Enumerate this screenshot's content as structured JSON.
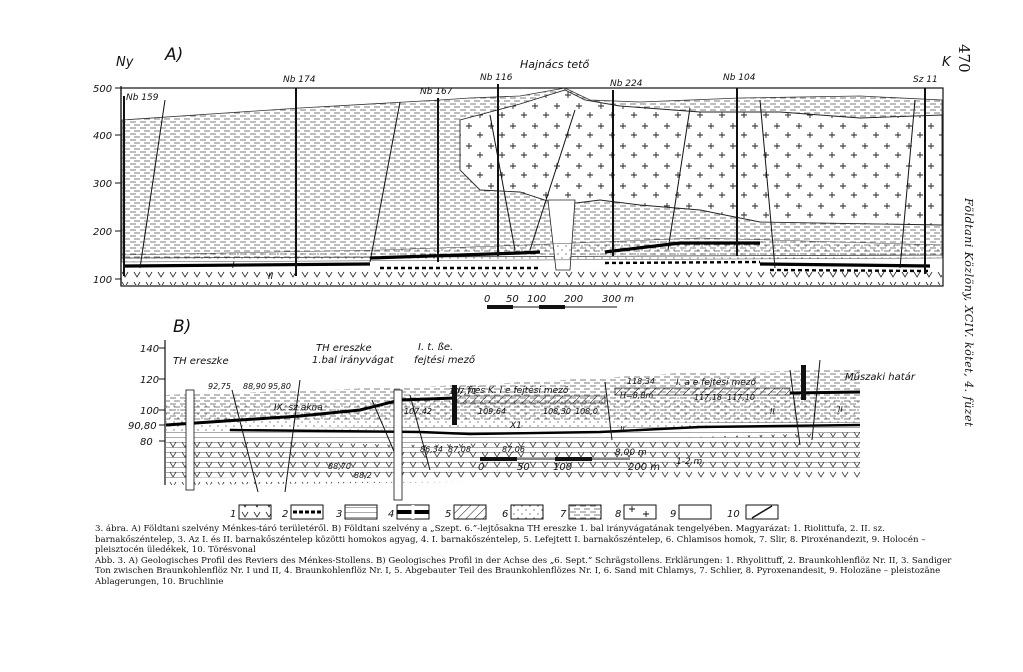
{
  "page_number": "470",
  "journal": "Földtani Közlöny, XCIV. kötet, 4. füzet",
  "profile_a": {
    "label": "A)",
    "west": "Ny",
    "east": "K",
    "elevations": [
      "500",
      "400",
      "300",
      "200",
      "100"
    ],
    "boreholes": [
      "Nb 159",
      "Nb 174",
      "Nb 167",
      "Nb 116",
      "Nb 224",
      "Nb 104",
      "Sz 11"
    ],
    "peak": "Hajnács tető",
    "seams": [
      "I",
      "II"
    ],
    "scale": [
      "0",
      "50",
      "100",
      "200",
      "300 m"
    ]
  },
  "profile_b": {
    "label": "B)",
    "elevations": [
      "140",
      "120",
      "100",
      "90,80",
      "80"
    ],
    "labels": {
      "th_ereszke": "TH ereszke",
      "th_bal_1": "TH ereszke",
      "th_bal_2": "1.bal irányvágat",
      "fejtesi_1": "I. t. ße.",
      "fejtesi_2": "fejtési mező",
      "ix_szakna": "IX. sz akna",
      "tres": "I. Trés K. I e fejtési mező",
      "iae": "I. a e fejtési mező",
      "muszaki": "Műszaki határ",
      "h": "H=8,8m",
      "x1": "X1",
      "depth1": "8,00 m",
      "depth2": "1-2 m"
    },
    "values": [
      "92,75",
      "88,90",
      "95,80",
      "107,71",
      "107,42",
      "109,64",
      "108,30",
      "108,0",
      "118,34",
      "117,18",
      "117,10",
      "86,34",
      "87,08",
      "87,06",
      "88,70",
      "88,2",
      "II",
      "II",
      "II"
    ],
    "scale": [
      "0",
      "50",
      "100",
      "200 m"
    ]
  },
  "legend": [
    "1",
    "2",
    "3",
    "4",
    "5",
    "6",
    "7",
    "8",
    "9",
    "10"
  ],
  "caption": {
    "hu": "3. ábra. A) Földtani szelvény Ménkes-táró területéről. B) Földtani szelvény a „Szept. 6.”-lejtősakna TH ereszke 1. bal irányvágatának tengelyében. Magyarázat: 1. Riolittufa, 2. II. sz. barnakőszéntelep, 3. Az I. és II. barnakőszéntelep közötti homokos agyag, 4. I. barnakőszéntelep, 5. Lefejtett I. barnakőszéntelep, 6. Chlamisos homok, 7. Slir, 8. Piroxénandezit, 9. Holocén – pleisztocén üledékek, 10. Törésvonal",
    "de": "Abb. 3. A) Geologisches Profil des Reviers des Ménkes-Stollens. B) Geologisches Profil in der Achse des „6. Sept.” Schrägstollens. Erklärungen: 1. Rhyolittuff, 2. Braunkohlenflöz Nr. II, 3. Sandiger Ton zwischen Braunkohlenflöz Nr. I und II, 4. Braunkohlenflöz Nr. I, 5. Abgebauter Teil des Braunkohlenflözes Nr. I, 6. Sand mit Chlamys, 7. Schlier, 8. Pyroxenandesit, 9. Holozäne – pleistozäne Ablagerungen, 10. Bruchlinie"
  }
}
